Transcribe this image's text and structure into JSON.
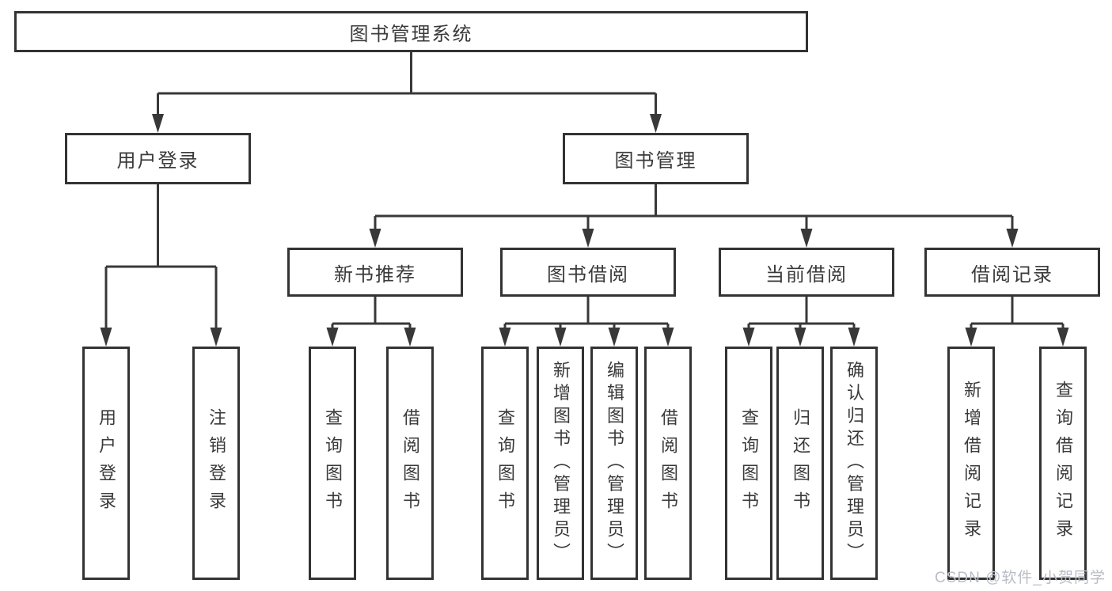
{
  "diagram_type": "function-structure-tree",
  "tree": {
    "label": "图书管理系统",
    "children": [
      {
        "label": "用户登录",
        "children": [
          {
            "label": "用户登录"
          },
          {
            "label": "注销登录"
          }
        ]
      },
      {
        "label": "图书管理",
        "children": [
          {
            "label": "新书推荐",
            "children": [
              {
                "label": "查询图书"
              },
              {
                "label": "借阅图书"
              }
            ]
          },
          {
            "label": "图书借阅",
            "children": [
              {
                "label": "查询图书"
              },
              {
                "label": "新增图书（管理员）"
              },
              {
                "label": "编辑图书（管理员）"
              },
              {
                "label": "借阅图书"
              }
            ]
          },
          {
            "label": "当前借阅",
            "children": [
              {
                "label": "查询图书"
              },
              {
                "label": "归还图书"
              },
              {
                "label": "确认归还（管理员）"
              }
            ]
          },
          {
            "label": "借阅记录",
            "children": [
              {
                "label": "新增借阅记录"
              },
              {
                "label": "查询借阅记录"
              }
            ]
          }
        ]
      }
    ]
  },
  "watermark": {
    "text": "CSDN @软件_小贺同学",
    "color": "#b9bdc6"
  },
  "colors": {
    "background": "#ffffff",
    "line": "#383838",
    "box_border": "#333333",
    "text": "#3a3a3a"
  }
}
